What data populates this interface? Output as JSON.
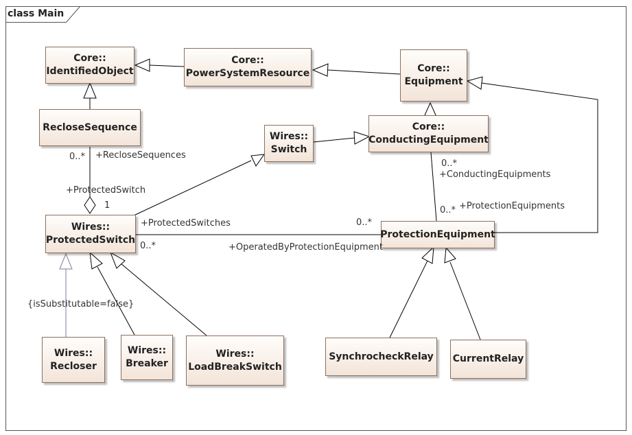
{
  "diagram_title": "class Main",
  "classes": {
    "identified_object": {
      "pkg": "Core::",
      "name": "IdentifiedObject"
    },
    "power_system_resource": {
      "pkg": "Core::",
      "name": "PowerSystemResource"
    },
    "equipment": {
      "pkg": "Core::",
      "name": "Equipment"
    },
    "reclose_sequence": {
      "pkg": "",
      "name": "RecloseSequence"
    },
    "switch": {
      "pkg": "Wires::",
      "name": "Switch"
    },
    "conducting_equipment": {
      "pkg": "Core::",
      "name": "ConductingEquipment"
    },
    "protected_switch": {
      "pkg": "Wires::",
      "name": "ProtectedSwitch"
    },
    "protection_equipment": {
      "pkg": "",
      "name": "ProtectionEquipment"
    },
    "recloser": {
      "pkg": "Wires::",
      "name": "Recloser"
    },
    "breaker": {
      "pkg": "Wires::",
      "name": "Breaker"
    },
    "load_break_switch": {
      "pkg": "Wires::",
      "name": "LoadBreakSwitch"
    },
    "synchrocheck_relay": {
      "pkg": "",
      "name": "SynchrocheckRelay"
    },
    "current_relay": {
      "pkg": "",
      "name": "CurrentRelay"
    }
  },
  "labels": {
    "reclose_mult": "0..*",
    "reclose_role": "+RecloseSequences",
    "protected_switch_role": "+ProtectedSwitch",
    "protected_switch_mult": "1",
    "protected_switches_role": "+ProtectedSwitches",
    "protected_switches_mult": "0..*",
    "protection_mult_left": "0..*",
    "operated_by_role": "+OperatedByProtectionEquipment",
    "conducting_mult": "0..*",
    "conducting_role": "+ConductingEquipments",
    "protection_mult": "0..*",
    "protection_role": "+ProtectionEquipments",
    "substitutable": "{isSubstitutable=false}"
  },
  "colors": {
    "border": "#8a6f5e",
    "line": "#000000",
    "gen_line_recloser": "#7a7f99"
  }
}
